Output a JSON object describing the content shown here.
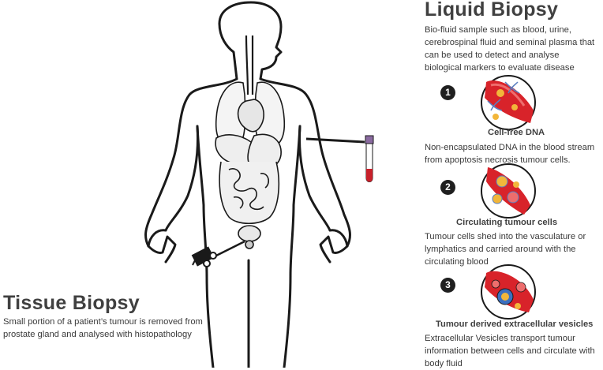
{
  "liquid": {
    "title": "Liquid Biopsy",
    "desc_lines": [
      "Bio-fluid sample such as blood, urine,",
      "cerebrospinal fluid and seminal plasma that",
      "can be used to detect and analyse",
      "biological markers to evaluate disease"
    ],
    "items": [
      {
        "number": "1",
        "heading": "Cell-free DNA",
        "lines": [
          "Non-encapsulated DNA in the blood stream",
          "from apoptosis necrosis tumour cells."
        ]
      },
      {
        "number": "2",
        "heading": "Circulating tumour cells",
        "lines": [
          "Tumour cells shed into the vasculature or",
          "lymphatics and carried around with the",
          "circulating blood"
        ]
      },
      {
        "number": "3",
        "heading": "Tumour derived extracellular vesicles",
        "lines": [
          "Extracellular Vesicles transport tumour",
          "information between cells and  circulate with",
          "body fluid"
        ]
      }
    ]
  },
  "tissue": {
    "title": "Tissue Biopsy",
    "desc_lines": [
      "Small portion of a patient’s tumour is removed from",
      "prostate gland and analysed with histopathology"
    ]
  },
  "colors": {
    "vessel": "#d8232a",
    "vessel_light": "#ee6d6d",
    "outline": "#1a1a1a",
    "dna": "#5a7fc0",
    "cell": "#f2b63a",
    "tube_cap": "#8a6aa0",
    "tube_blood": "#c8202a"
  },
  "icons": [
    "human-body-icon",
    "syringe-icon",
    "blood-tube-icon",
    "blood-vessel-icon",
    "dna-icon"
  ]
}
